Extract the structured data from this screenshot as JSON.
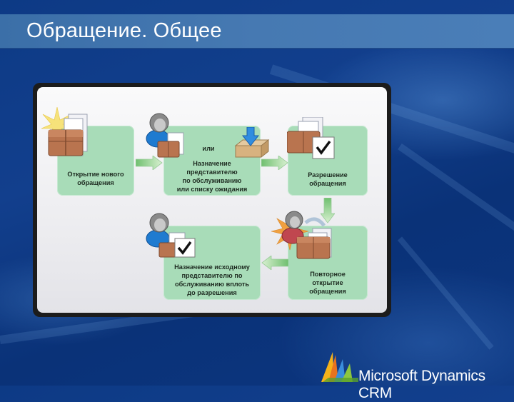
{
  "slide": {
    "title": "Обращение. Общее"
  },
  "diagram": {
    "steps": [
      {
        "id": "open",
        "label": "Открытие нового\nобращения",
        "icon": "new-case-icon"
      },
      {
        "id": "assign",
        "or_label": "или",
        "label": "Назначение\nпредставителю\nпо обслуживанию\nили списку ожидания",
        "icon": "assign-agent-or-queue-icon"
      },
      {
        "id": "resolve",
        "label": "Разрешение\nобращения",
        "icon": "resolved-case-icon"
      },
      {
        "id": "reopen",
        "label": "Повторное\nоткрытие\nобращения",
        "icon": "reopen-case-icon"
      },
      {
        "id": "reassign",
        "label": "Назначение исходному\nпредставителю по\nобслуживанию вплоть\nдо разрешения",
        "icon": "assign-original-agent-icon"
      }
    ],
    "colors": {
      "box": "#a8dcb8",
      "panel": "#ededf0",
      "frame": "#1c1c1c",
      "arrow": "#8fcf8f"
    }
  },
  "footer": {
    "logo_text": "Microsoft Dynamics",
    "logo_suffix": "CRM"
  }
}
